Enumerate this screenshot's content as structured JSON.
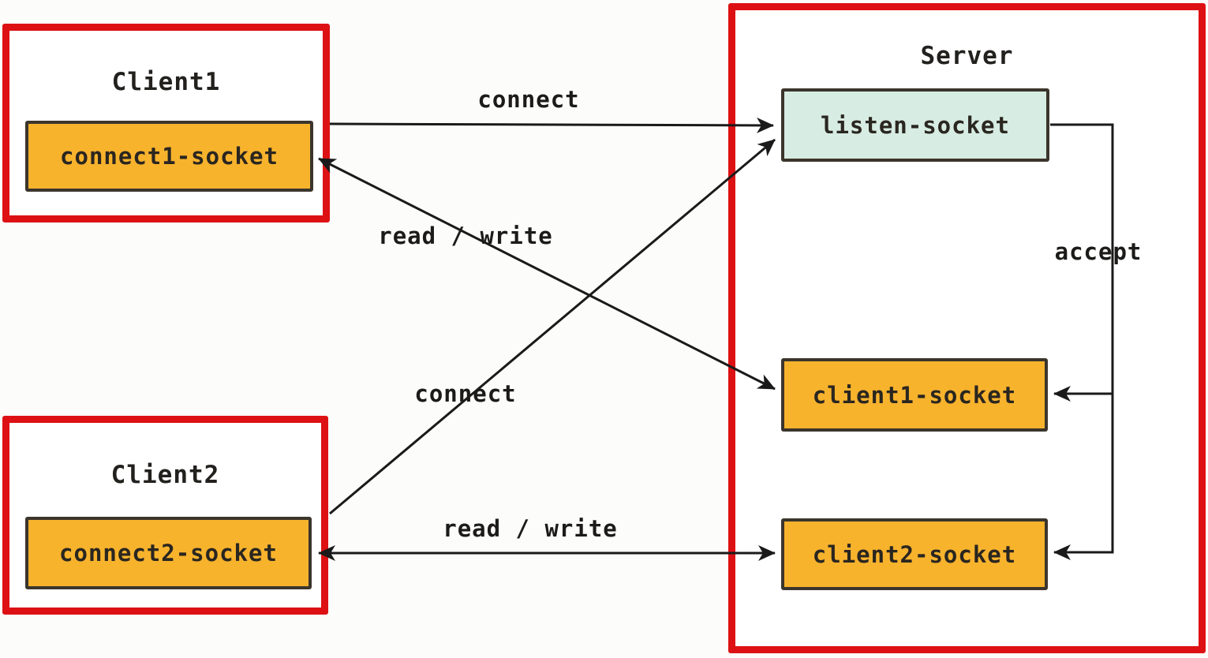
{
  "diagram": {
    "clients": [
      {
        "title": "Client1",
        "socket_label": "connect1-socket"
      },
      {
        "title": "Client2",
        "socket_label": "connect2-socket"
      }
    ],
    "server": {
      "title": "Server",
      "listen_socket_label": "listen-socket",
      "client1_socket_label": "client1-socket",
      "client2_socket_label": "client2-socket"
    },
    "edge_labels": {
      "connect_top": "connect",
      "read_write_top": "read / write",
      "connect_bottom": "connect",
      "read_write_bottom": "read / write",
      "accept": "accept"
    },
    "colors": {
      "group_border_red": "#dd1114",
      "socket_fill_orange": "#f8b32d",
      "socket_fill_mint": "#d7ece3",
      "socket_border": "#3b352c",
      "line": "#1a1a1a"
    }
  }
}
